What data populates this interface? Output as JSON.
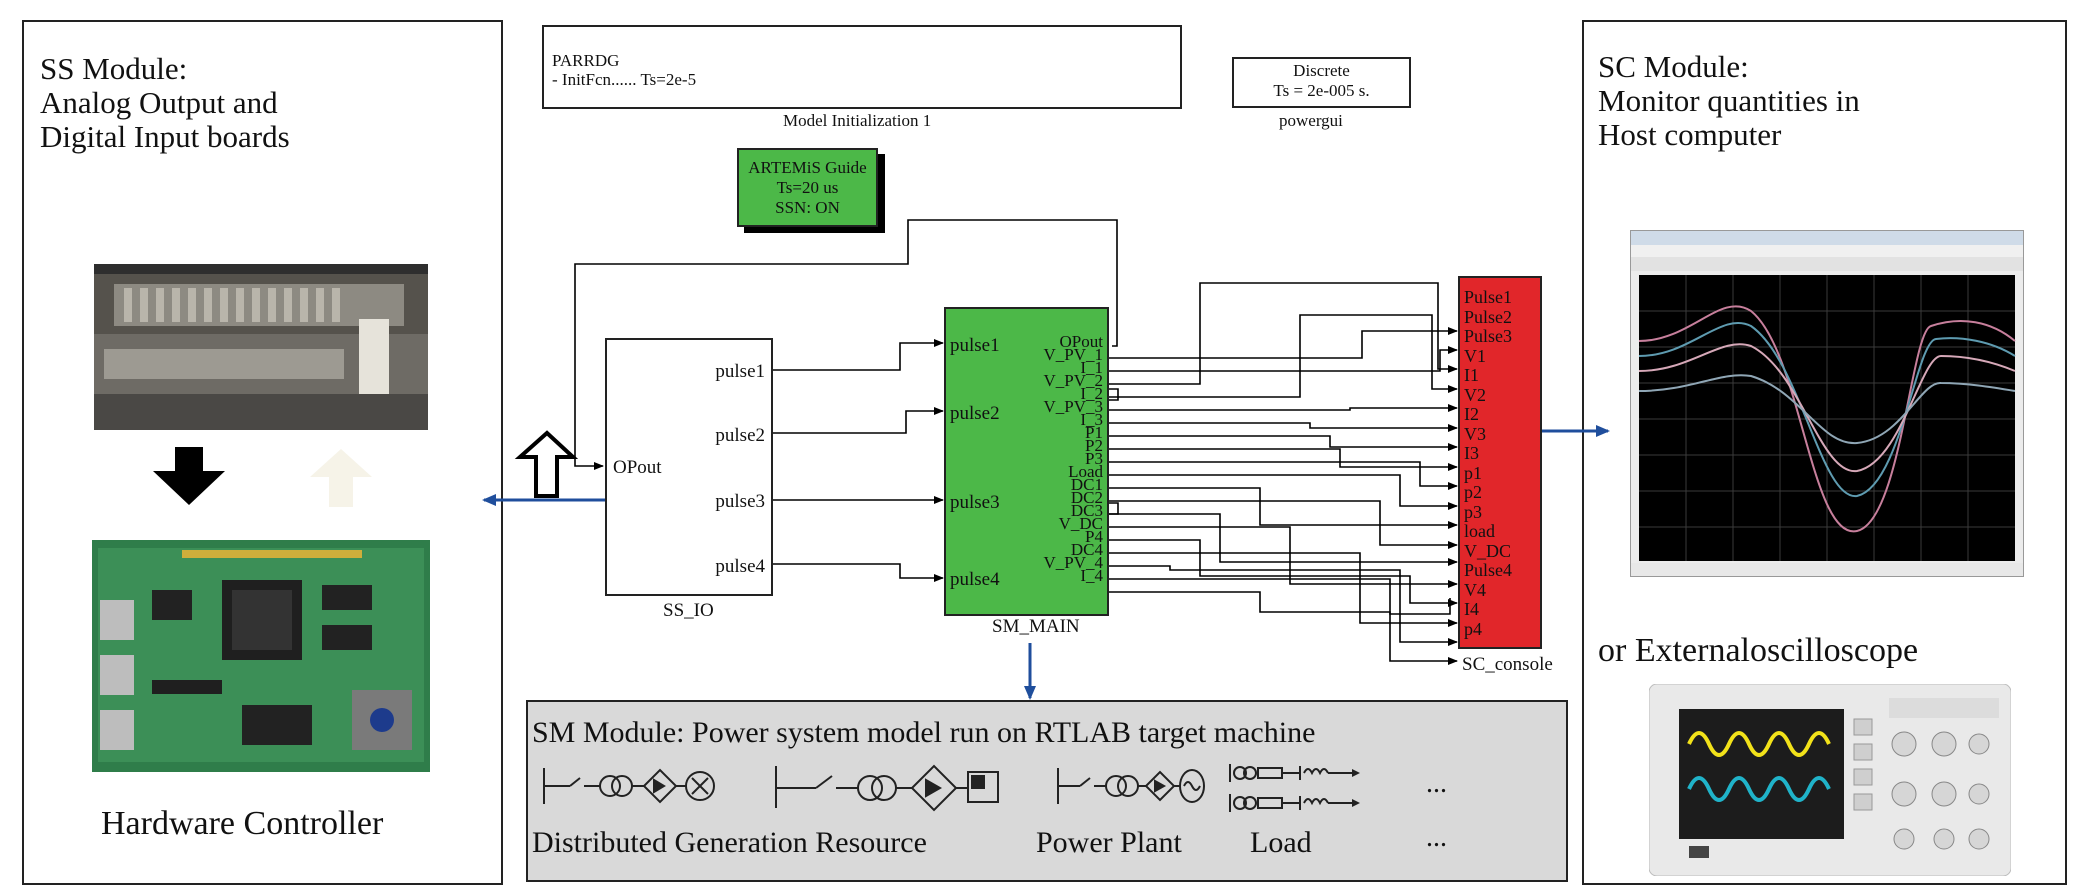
{
  "ss_module": {
    "title": "SS Module:\nAnalog Output and\nDigital Input boards",
    "caption": "Hardware Controller"
  },
  "sc_module": {
    "title": "SC Module:\nMonitor quantities in\nHost computer",
    "alt_title": "or Externaloscilloscope"
  },
  "parrdg": {
    "line1": "PARRDG",
    "line2": "- InitFcn...... Ts=2e-5",
    "label": "Model Initialization 1"
  },
  "powergui": {
    "line1": "Discrete",
    "line2": "Ts = 2e-005 s.",
    "label": "powergui"
  },
  "artemis": {
    "line1": "ARTEMiS Guide",
    "line2": "Ts=20 us",
    "line3": "SSN: ON"
  },
  "ss_io": {
    "label": "SS_IO",
    "in_port": "OPout",
    "out_ports": [
      "pulse1",
      "pulse2",
      "pulse3",
      "pulse4"
    ]
  },
  "sm_main": {
    "label": "SM_MAIN",
    "in_ports": [
      "pulse1",
      "pulse2",
      "pulse3",
      "pulse4"
    ],
    "out_ports": [
      "OPout",
      "V_PV_1",
      "I_1",
      "V_PV_2",
      "I_2",
      "V_PV_3",
      "I_3",
      "P1",
      "P2",
      "P3",
      "Load",
      "DC1",
      "DC2",
      "DC3",
      "V_DC",
      "P4",
      "DC4",
      "V_PV_4",
      "I_4"
    ]
  },
  "sc_console": {
    "label": "SC_console",
    "in_ports": [
      "Pulse1",
      "Pulse2",
      "Pulse3",
      "V1",
      "I1",
      "V2",
      "I2",
      "V3",
      "I3",
      "p1",
      "p2",
      "p3",
      "load",
      "V_DC",
      "Pulse4",
      "V4",
      "I4",
      "p4"
    ]
  },
  "sm_module": {
    "title": "SM Module: Power system model run on RTLAB target machine",
    "labels": [
      "Distributed Generation Resource",
      "Power Plant",
      "Load"
    ],
    "ellipsis": "..."
  },
  "colors": {
    "green_block": "#4cb848",
    "red_block": "#e1262a",
    "arrow_blue": "#1f4e9c",
    "sm_panel": "#d9d9d9"
  },
  "icons": [
    "hardware-board-photo",
    "controller-pcb-photo",
    "down-arrow-icon",
    "up-arrow-icon",
    "scope-screenshot",
    "oscilloscope-photo",
    "power-symbols"
  ]
}
